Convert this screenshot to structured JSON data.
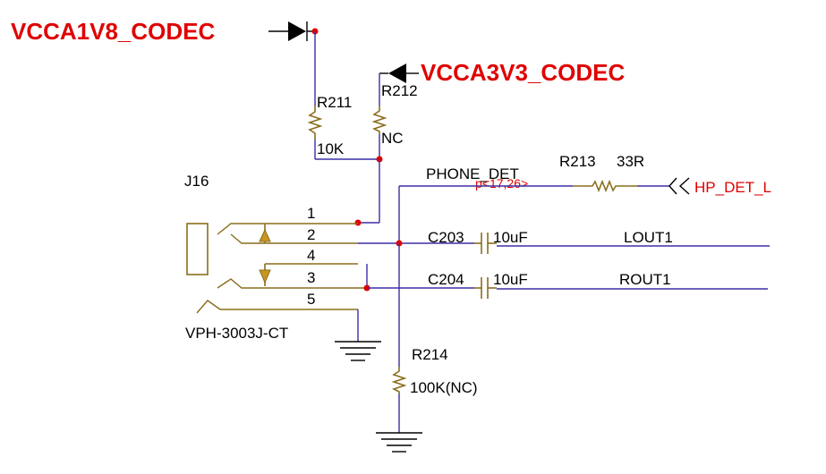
{
  "power_nets": {
    "vcca1v8": "VCCA1V8_CODEC",
    "vcca3v3": "VCCA3V3_CODEC"
  },
  "resistors": {
    "r211": {
      "ref": "R211",
      "value": "10K"
    },
    "r212": {
      "ref": "R212",
      "value": "NC"
    },
    "r213": {
      "ref": "R213",
      "value": "33R"
    },
    "r214": {
      "ref": "R214",
      "value": "100K(NC)"
    }
  },
  "capacitors": {
    "c203": {
      "ref": "C203",
      "value": "10uF"
    },
    "c204": {
      "ref": "C204",
      "value": "10uF"
    }
  },
  "connector": {
    "ref": "J16",
    "part": "VPH-3003J-CT",
    "pins": [
      "1",
      "2",
      "4",
      "3",
      "5"
    ]
  },
  "nets": {
    "phone_det": "PHONE_DET",
    "page_ref": "p<17,26>",
    "hp_det": "HP_DET_L",
    "lout": "LOUT1",
    "rout": "ROUT1"
  },
  "colors": {
    "wire": "#3b2fa6",
    "junction": "#e00000",
    "net_label": "#e00000",
    "component": "#8a6d1c"
  }
}
